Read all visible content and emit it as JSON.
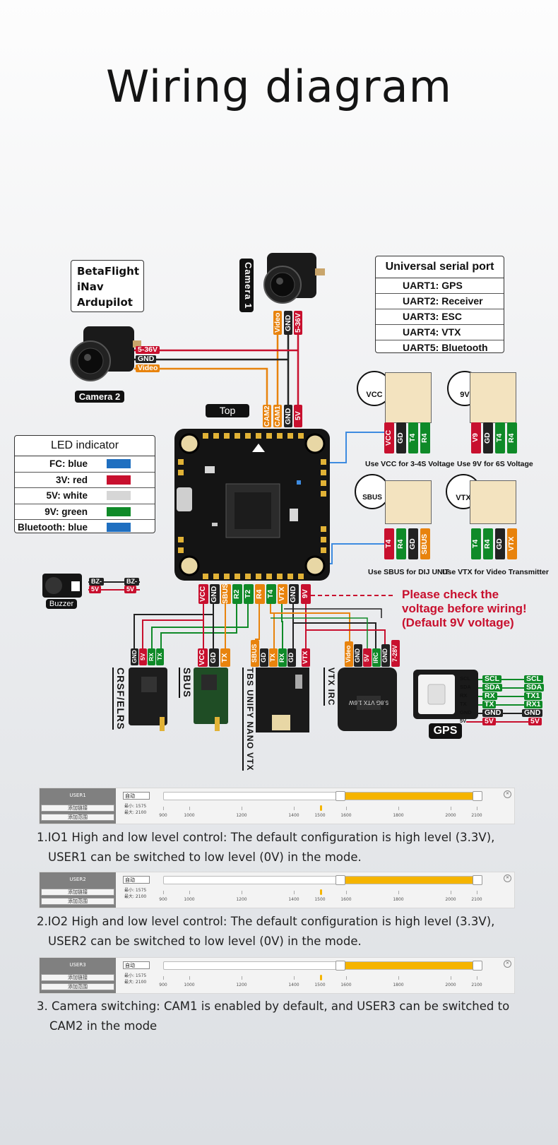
{
  "title": "Wiring diagram",
  "firmware": [
    "BetaFlight",
    "iNav",
    "Ardupilot"
  ],
  "camera1_label": "Camera 1",
  "camera2_label": "Camera 2",
  "camera1_wires": [
    "Video",
    "GND",
    "5-36V"
  ],
  "camera2_wires": [
    "5-36V",
    "GND",
    "Video"
  ],
  "top_label": "Top",
  "fc_top_pads": [
    "CAM2",
    "CAM1",
    "GND",
    "5V"
  ],
  "uart": {
    "header": "Universal serial port",
    "rows": [
      "UART1: GPS",
      "UART2: Receiver",
      "UART3: ESC",
      "UART4: VTX",
      "UART5: Bluetooth"
    ]
  },
  "led": {
    "header": "LED indicator",
    "rows": [
      {
        "label": "FC:  blue",
        "color": "#1f6fc0"
      },
      {
        "label": "3V:  red",
        "color": "#c8102e"
      },
      {
        "label": "5V:  white",
        "color": "#d6d6d6"
      },
      {
        "label": "9V:  green",
        "color": "#0f8a28"
      },
      {
        "label": "Bluetooth:  blue",
        "color": "#1f6fc0"
      }
    ]
  },
  "connectors": {
    "vcc": {
      "badge": "VCC",
      "pins": [
        "VCC",
        "GD",
        "T4",
        "R4"
      ],
      "caption": "Use VCC for 3-4S Voltage"
    },
    "v9": {
      "badge": "9V",
      "pins": [
        "V9",
        "GD",
        "T4",
        "R4"
      ],
      "caption": "Use 9V for 6S Voltage"
    },
    "sbus": {
      "badge": "SBUS",
      "pins": [
        "T4",
        "R4",
        "GD",
        "SBUS"
      ],
      "caption": "Use SBUS for DIJ UNIT"
    },
    "vtx": {
      "badge": "VTX",
      "pins": [
        "T4",
        "R4",
        "GD",
        "VTX"
      ],
      "caption": "Use VTX for Video Transmitter"
    }
  },
  "buzzer": {
    "label": "Buzzer",
    "pins": [
      "BZ-",
      "5V"
    ]
  },
  "fc_bottom_pads": [
    "VCC",
    "GND",
    "SBUS",
    "R2",
    "T2",
    "R4",
    "T4",
    "VTX",
    "GND",
    "9V"
  ],
  "warning": [
    "Please check the",
    "voltage before wiring!",
    "(Default 9V voltage)"
  ],
  "devices": {
    "crsf": {
      "label": "CRSF/ELRS",
      "pins": [
        "GND",
        "5V",
        "RX",
        "TX"
      ]
    },
    "sbus": {
      "label": "SBUS",
      "pins": [
        "VCC",
        "GD",
        "TX"
      ]
    },
    "tbs": {
      "label": "TBS UNIFY NANO VTX",
      "pins": [
        "SBUS",
        "GD",
        "TX",
        "RX",
        "GD",
        "VTX"
      ]
    },
    "vtx": {
      "label": "VTX IRC",
      "pins": [
        "Video",
        "GND",
        "5V",
        "IRC",
        "GND",
        "7-28V"
      ],
      "text": "5.8G VTX 1.6W"
    },
    "gps": {
      "label": "GPS",
      "pins": [
        "SCL",
        "SDA",
        "RX",
        "TX",
        "GND",
        "5V"
      ],
      "wires": [
        "SCL",
        "SDA",
        "TX1",
        "RX1",
        "GND",
        "5V"
      ]
    }
  },
  "panels": [
    {
      "name": "USER1",
      "mode": "自动",
      "min": "最小: 1575",
      "max": "最大: 2100",
      "buttons": [
        "添加链接",
        "添加范围"
      ],
      "range_min": 1575,
      "range_max": 2100,
      "marker": 1500
    },
    {
      "name": "USER2",
      "mode": "自动",
      "min": "最小: 1575",
      "max": "最大: 2100",
      "buttons": [
        "添加链接",
        "添加范围"
      ],
      "range_min": 1575,
      "range_max": 2100,
      "marker": 1500
    },
    {
      "name": "USER3",
      "mode": "自动",
      "min": "最小: 1575",
      "max": "最大: 2100",
      "buttons": [
        "添加链接",
        "添加范围"
      ],
      "range_min": 1575,
      "range_max": 2100,
      "marker": 1500
    }
  ],
  "scale_ticks": [
    "900",
    "1000",
    "1200",
    "1400",
    "1500",
    "1600",
    "1800",
    "2000",
    "2100"
  ],
  "notes": [
    [
      "1.IO1 High and low level control: The default configuration is high level (3.3V),",
      "USER1 can be switched to low level (0V) in the mode."
    ],
    [
      "2.IO2 High and low level control: The default configuration is high level (3.3V),",
      "USER2 can be switched to low level (0V) in the mode."
    ],
    [
      "3. Camera switching: CAM1 is enabled by default, and USER3 can be switched to",
      "CAM2 in the mode"
    ]
  ]
}
